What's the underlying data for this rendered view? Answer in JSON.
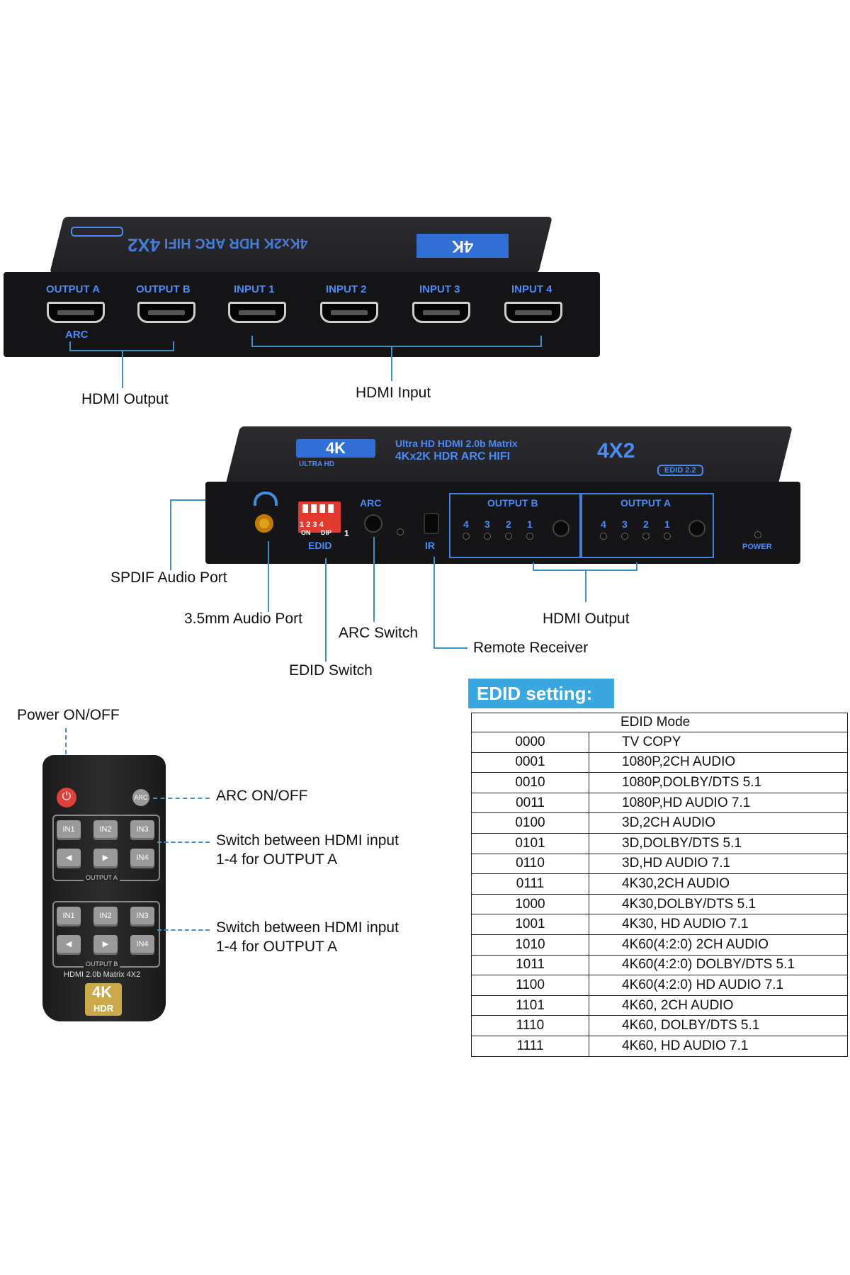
{
  "top_device": {
    "ports": [
      "OUTPUT A",
      "OUTPUT B",
      "INPUT 1",
      "INPUT 2",
      "INPUT 3",
      "INPUT 4"
    ],
    "arc_label": "ARC",
    "callout_output": "HDMI Output",
    "callout_input": "HDMI Input"
  },
  "front_device": {
    "brand_line1": "Ultra HD HDMI 2.0b Matrix",
    "brand_line2": "4Kx2K HDR ARC HIFI",
    "model": "4X2",
    "badge_4k": "4K",
    "badge_ultra": "ULTRA HD",
    "edid_badge": "EDID 2.2",
    "arc_label": "ARC",
    "edid_label": "EDID",
    "dip_numbers": "1 2 3 4",
    "dip_on": "ON",
    "dip_text": "DIP",
    "dip_one": "1",
    "ir_label": "IR",
    "output_b_label": "OUTPUT B",
    "output_a_label": "OUTPUT A",
    "led_numbers": [
      "4",
      "3",
      "2",
      "1"
    ],
    "power_label": "POWER"
  },
  "callouts": {
    "spdif": "SPDIF Audio Port",
    "audio35": "3.5mm Audio Port",
    "arc_switch": "ARC Switch",
    "edid_switch": "EDID Switch",
    "remote_receiver": "Remote Receiver",
    "hdmi_output": "HDMI Output"
  },
  "remote": {
    "power_callout": "Power ON/OFF",
    "arc_callout": "ARC ON/OFF",
    "group_a_callout_line1": "Switch between HDMI input",
    "group_a_callout_line2": "1-4 for OUTPUT A",
    "group_b_callout_line1": "Switch between HDMI input",
    "group_b_callout_line2": "1-4 for OUTPUT A",
    "arc_button": "ARC",
    "buttons": [
      "IN1",
      "IN2",
      "IN3",
      "IN4"
    ],
    "group_a_label": "OUTPUT A",
    "group_b_label": "OUTPUT B",
    "model_text": "HDMI 2.0b Matrix 4X2",
    "logo_4k": "4K",
    "logo_hdr": "HDR"
  },
  "edid": {
    "title": "EDID setting:",
    "header": "EDID Mode",
    "rows": [
      {
        "code": "0000",
        "mode": "TV COPY"
      },
      {
        "code": "0001",
        "mode": "1080P,2CH AUDIO"
      },
      {
        "code": "0010",
        "mode": "1080P,DOLBY/DTS 5.1"
      },
      {
        "code": "0011",
        "mode": "1080P,HD AUDIO 7.1"
      },
      {
        "code": "0100",
        "mode": "3D,2CH AUDIO"
      },
      {
        "code": "0101",
        "mode": "3D,DOLBY/DTS 5.1"
      },
      {
        "code": "0110",
        "mode": "3D,HD AUDIO 7.1"
      },
      {
        "code": "0111",
        "mode": "4K30,2CH AUDIO"
      },
      {
        "code": "1000",
        "mode": "4K30,DOLBY/DTS 5.1"
      },
      {
        "code": "1001",
        "mode": "4K30, HD AUDIO 7.1"
      },
      {
        "code": "1010",
        "mode": "4K60(4:2:0)  2CH  AUDIO"
      },
      {
        "code": "1011",
        "mode": "4K60(4:2:0)  DOLBY/DTS 5.1"
      },
      {
        "code": "1100",
        "mode": "4K60(4:2:0)  HD AUDIO 7.1"
      },
      {
        "code": "1101",
        "mode": "4K60, 2CH  AUDIO"
      },
      {
        "code": "1110",
        "mode": "4K60, DOLBY/DTS 5.1"
      },
      {
        "code": "1111",
        "mode": "4K60, HD AUDIO 7.1"
      }
    ]
  }
}
